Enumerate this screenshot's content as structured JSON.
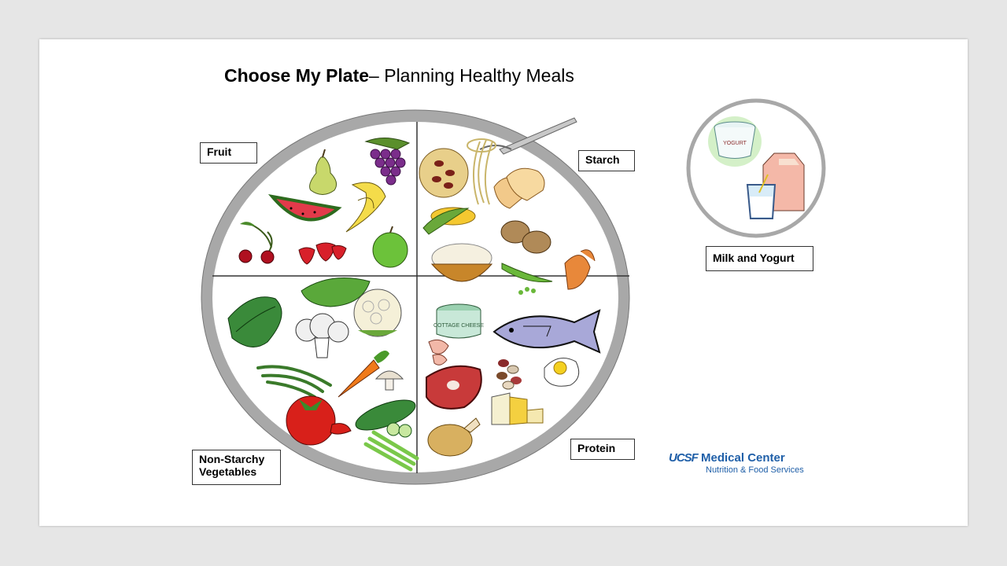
{
  "title": {
    "bold": "Choose My Plate",
    "rest": "– Planning Healthy Meals"
  },
  "labels": {
    "fruit": "Fruit",
    "starch": "Starch",
    "vegetables_line1": "Non-Starchy",
    "vegetables_line2": "Vegetables",
    "protein": "Protein",
    "dairy": "Milk and Yogurt"
  },
  "food_text": {
    "cottage_cheese": "COTTAGE CHEESE",
    "yogurt": "YOGURT"
  },
  "logo": {
    "brand": "UCSF",
    "name": "Medical Center",
    "department": "Nutrition & Food Services"
  },
  "colors": {
    "plate_rim": "#a8a8a8",
    "logo_blue": "#1f5fa8"
  }
}
